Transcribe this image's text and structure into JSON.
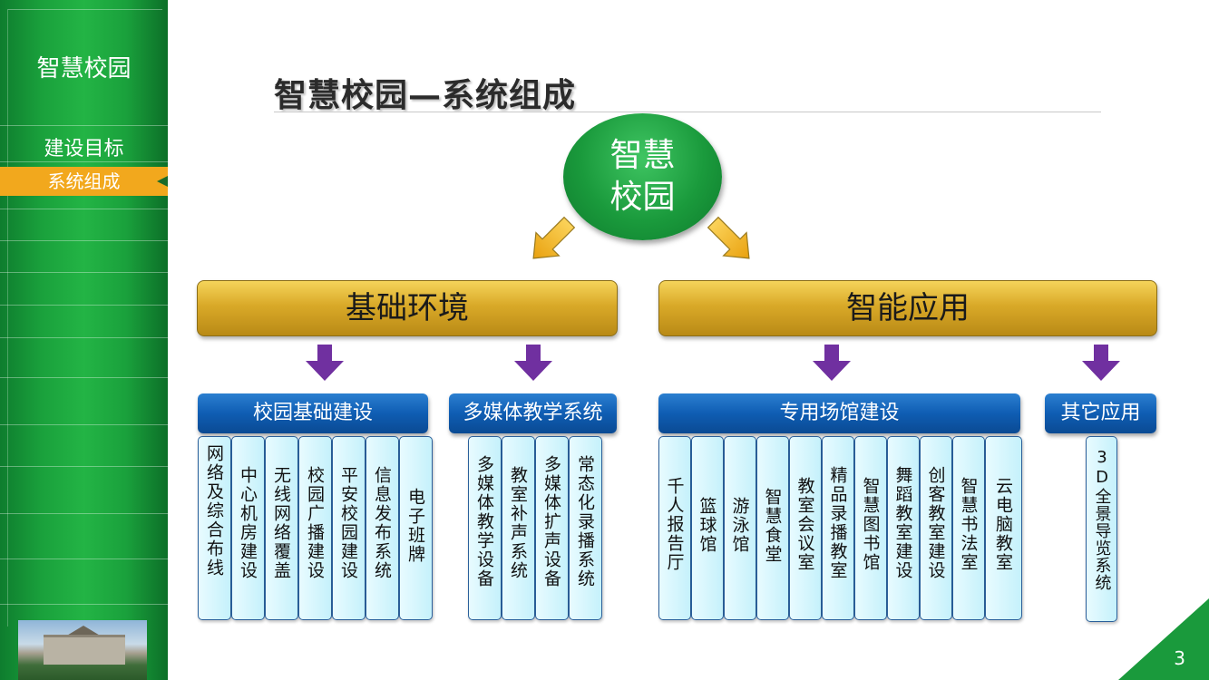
{
  "sidebar": {
    "title": "智慧校园",
    "items": [
      "建设目标"
    ],
    "active_item": "系统组成"
  },
  "page": {
    "title": "智慧校园—系统组成",
    "number": "3"
  },
  "root": {
    "lines": [
      "智慧",
      "校园"
    ]
  },
  "groups": [
    {
      "label": "基础环境",
      "categories": [
        {
          "label": "校园基础建设",
          "items": [
            "网络及综合布线",
            "中心机房建设",
            "无线网络覆盖",
            "校园广播建设",
            "平安校园建设",
            "信息发布系统",
            "电子班牌"
          ]
        },
        {
          "label": "多媒体教学系统",
          "items": [
            "多媒体教学设备",
            "教室补声系统",
            "多媒体扩声设备",
            "常态化录播系统"
          ]
        }
      ]
    },
    {
      "label": "智能应用",
      "categories": [
        {
          "label": "专用场馆建设",
          "items": [
            "千人报告厅",
            "篮球馆",
            "游泳馆",
            "智慧食堂",
            "教室会议室",
            "精品录播教室",
            "智慧图书馆",
            "舞蹈教室建设",
            "创客教室建设",
            "智慧书法室",
            "云电脑教室"
          ]
        },
        {
          "label": "其它应用",
          "items": [
            "3D全景导览系统"
          ]
        }
      ]
    }
  ],
  "colors": {
    "sidebar_green": "#1aa13c",
    "active_orange": "#f2a81d",
    "gold_box": "#d9a928",
    "blue_box": "#0f5db3",
    "leaf_fill": "#c5f1fb",
    "arrow_yellow": "#f5b820",
    "arrow_purple": "#7030a0"
  }
}
